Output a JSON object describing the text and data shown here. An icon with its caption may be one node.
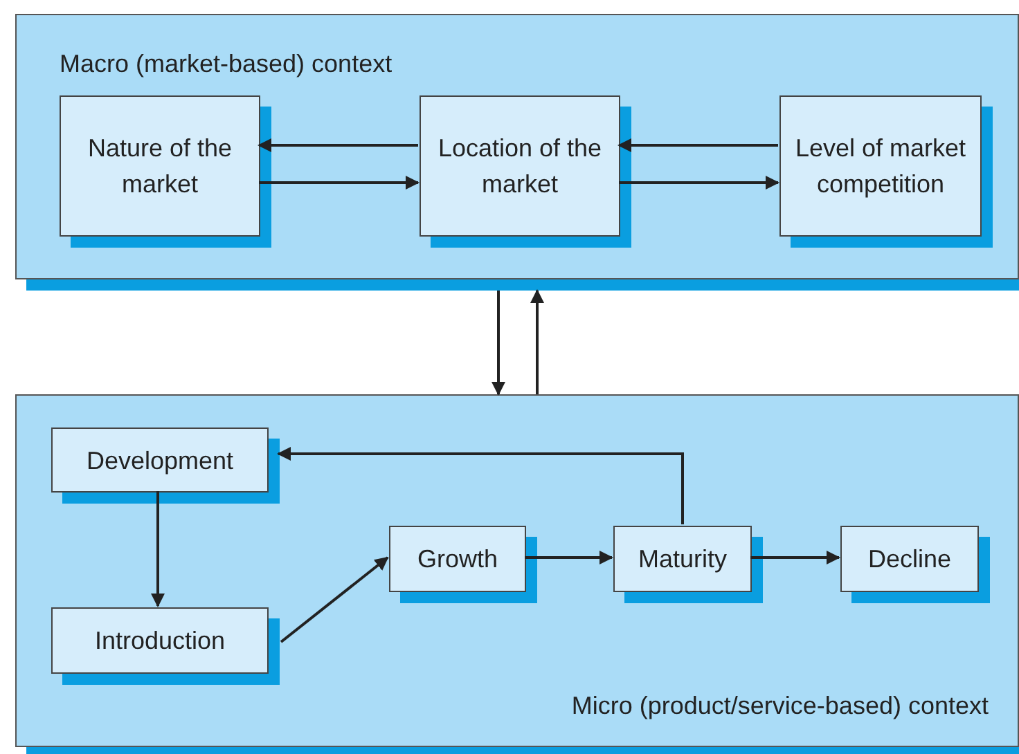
{
  "diagram": {
    "nodes": [
      {
        "text": [
          "Macro (market-based) context"
        ]
      },
      {
        "text": [
          "Nature of the market"
        ],
        "in": 0
      },
      {
        "text": [
          "Location of the market"
        ],
        "in": 0
      },
      {
        "text": [
          "Level of market competition"
        ],
        "in": 0
      },
      {
        "text": [
          "Micro (product/service-based) context"
        ]
      },
      {
        "text": [
          "Development"
        ],
        "in": 4
      },
      {
        "text": [
          "Introduction"
        ],
        "in": 4
      },
      {
        "text": [
          "Growth"
        ],
        "in": 4
      },
      {
        "text": [
          "Maturity"
        ],
        "in": 4
      },
      {
        "text": [
          "Decline"
        ],
        "in": 4
      }
    ],
    "edges": [
      {
        "from": 2,
        "to": 1,
        "arrow": "to"
      },
      {
        "from": 1,
        "to": 2,
        "arrow": "to"
      },
      {
        "from": 3,
        "to": 2,
        "arrow": "to"
      },
      {
        "from": 2,
        "to": 3,
        "arrow": "to"
      },
      {
        "from": 0,
        "to": 4,
        "arrow": "to"
      },
      {
        "from": 4,
        "to": 0,
        "arrow": "to"
      },
      {
        "from": 5,
        "to": 6,
        "arrow": "to"
      },
      {
        "from": 6,
        "to": 7,
        "arrow": "to"
      },
      {
        "from": 7,
        "to": 8,
        "arrow": "to"
      },
      {
        "from": 8,
        "to": 9,
        "arrow": "to"
      },
      {
        "from": 8,
        "to": 5,
        "arrow": "to"
      }
    ]
  }
}
